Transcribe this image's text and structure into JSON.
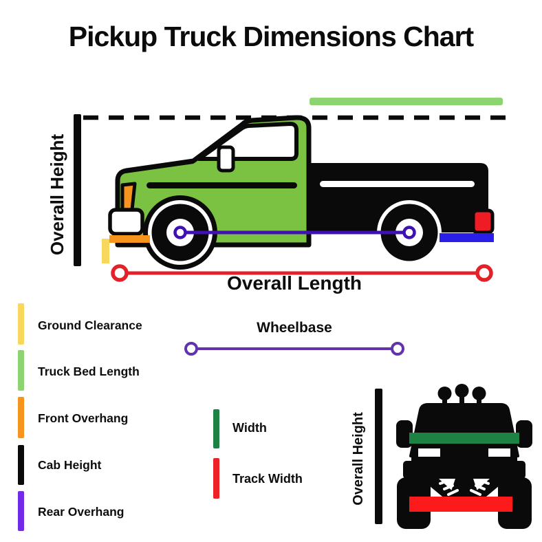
{
  "title": "Pickup Truck Dimensions Chart",
  "side_view": {
    "overall_height_label": "Overall Height",
    "overall_length_label": "Overall Length"
  },
  "legend": {
    "items": [
      {
        "label": "Ground Clearance",
        "color": "#f8d75d"
      },
      {
        "label": "Truck Bed Length",
        "color": "#8bd46f"
      },
      {
        "label": "Front Overhang",
        "color": "#f7941e"
      },
      {
        "label": "Cab Height",
        "color": "#0a0a0a"
      },
      {
        "label": "Rear Overhang",
        "color": "#7429e8"
      }
    ]
  },
  "wheelbase": {
    "label": "Wheelbase"
  },
  "width_legend": {
    "width_label": "Width",
    "width_color": "#1d8244",
    "track_width_label": "Track Width",
    "track_width_color": "#ec2227"
  },
  "front_view": {
    "overall_height_label": "Overall Height"
  },
  "colors": {
    "cab_green": "#7cc242",
    "truck_black": "#0a0a0a",
    "bed_length_bar_green": "#8bd46f",
    "front_overhang_orange": "#f7941e",
    "ground_clearance_yellow": "#f8d75d",
    "rear_overhang_blue": "#2a1fe8",
    "wheelbase_purple_line": "#3f10b2",
    "wheelbase_legend_purple": "#6233ae",
    "overall_length_red": "#e32128",
    "front_width_green": "#1d8244",
    "front_track_red": "#fd1a1a",
    "tail_light_red": "#ee1c25"
  }
}
